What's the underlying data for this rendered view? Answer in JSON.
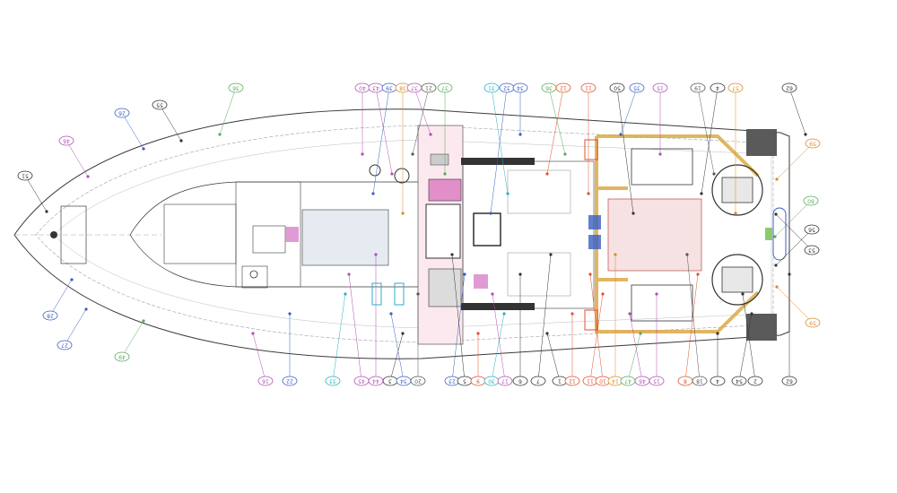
{
  "diagram": {
    "colors": {
      "hull_line": "#3a3a3a",
      "deck_line": "#9aa0a8",
      "frame_orange": "#d9a43a",
      "pink_hatch": "#e9b9cf",
      "magenta": "#c0399a",
      "blue": "#3b5fc0",
      "green": "#5aa85a",
      "dark_fill": "#555555"
    },
    "callouts_top": [
      {
        "label": "36",
        "color": "#5aa85a"
      },
      {
        "label": "40",
        "color": "#b04fb0"
      },
      {
        "label": "43",
        "color": "#b04fb0"
      },
      {
        "label": "39",
        "color": "#3b5fc0"
      },
      {
        "label": "38",
        "color": "#d98a2b"
      },
      {
        "label": "37",
        "color": "#b04fb0"
      },
      {
        "label": "21",
        "color": "#555555"
      },
      {
        "label": "37",
        "color": "#5aa85a"
      },
      {
        "label": "31",
        "color": "#2ab0c0"
      },
      {
        "label": "32",
        "color": "#3b5fc0"
      },
      {
        "label": "34",
        "color": "#3b5fc0"
      },
      {
        "label": "36",
        "color": "#5aa85a"
      },
      {
        "label": "12",
        "color": "#e0502a"
      },
      {
        "label": "11",
        "color": "#e0502a"
      },
      {
        "label": "50",
        "color": "#333333"
      },
      {
        "label": "35",
        "color": "#3b5fc0"
      },
      {
        "label": "15",
        "color": "#b04fb0"
      },
      {
        "label": "19",
        "color": "#555555"
      },
      {
        "label": "4",
        "color": "#333333"
      },
      {
        "label": "57",
        "color": "#d98a2b"
      },
      {
        "label": "62",
        "color": "#333333"
      }
    ],
    "callouts_bottom": [
      {
        "label": "16",
        "color": "#b04fb0"
      },
      {
        "label": "22",
        "color": "#3b5fc0"
      },
      {
        "label": "33",
        "color": "#2ab0c0"
      },
      {
        "label": "45",
        "color": "#b04fb0"
      },
      {
        "label": "44",
        "color": "#b04fb0"
      },
      {
        "label": "3",
        "color": "#333333"
      },
      {
        "label": "34",
        "color": "#3b5fc0"
      },
      {
        "label": "20",
        "color": "#555555"
      },
      {
        "label": "23",
        "color": "#3b5fc0"
      },
      {
        "label": "5",
        "color": "#333333"
      },
      {
        "label": "9",
        "color": "#e0502a"
      },
      {
        "label": "30",
        "color": "#2ab0c0"
      },
      {
        "label": "17",
        "color": "#b04fb0"
      },
      {
        "label": "6",
        "color": "#333333"
      },
      {
        "label": "7",
        "color": "#333333"
      },
      {
        "label": "1",
        "color": "#333333"
      },
      {
        "label": "12",
        "color": "#e0502a"
      },
      {
        "label": "11",
        "color": "#e0502a"
      },
      {
        "label": "10",
        "color": "#e0502a"
      },
      {
        "label": "14",
        "color": "#d98a2b"
      },
      {
        "label": "47",
        "color": "#5aa85a"
      },
      {
        "label": "46",
        "color": "#b04fb0"
      },
      {
        "label": "15",
        "color": "#b04fb0"
      },
      {
        "label": "8",
        "color": "#e0502a"
      },
      {
        "label": "18",
        "color": "#555555"
      },
      {
        "label": "4",
        "color": "#333333"
      },
      {
        "label": "54",
        "color": "#333333"
      },
      {
        "label": "2",
        "color": "#333333"
      },
      {
        "label": "62",
        "color": "#333333"
      }
    ],
    "callouts_side": [
      {
        "label": "55",
        "color": "#333333"
      },
      {
        "label": "26",
        "color": "#3b5fc0"
      },
      {
        "label": "46",
        "color": "#b04fb0"
      },
      {
        "label": "51",
        "color": "#333333"
      },
      {
        "label": "28",
        "color": "#3b5fc0"
      },
      {
        "label": "27",
        "color": "#3b5fc0"
      },
      {
        "label": "49",
        "color": "#5aa85a"
      },
      {
        "label": "59",
        "color": "#d98a2b"
      },
      {
        "label": "60",
        "color": "#5aa85a"
      },
      {
        "label": "56",
        "color": "#333333"
      },
      {
        "label": "53",
        "color": "#333333"
      },
      {
        "label": "59",
        "color": "#d98a2b"
      }
    ]
  }
}
